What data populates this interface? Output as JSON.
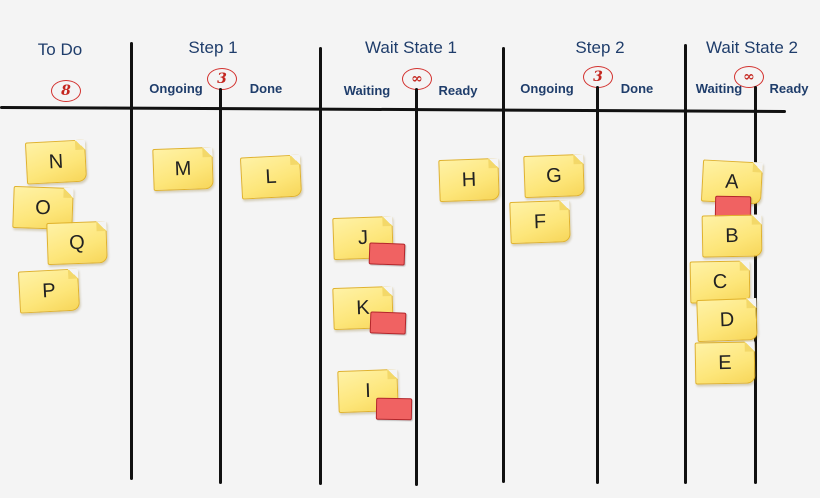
{
  "columns": {
    "todo": {
      "title": "To Do",
      "wip": "8"
    },
    "step1": {
      "title": "Step 1",
      "wip": "3",
      "left": "Ongoing",
      "right": "Done"
    },
    "wait1": {
      "title": "Wait State 1",
      "wip": "∞",
      "left": "Waiting",
      "right": "Ready"
    },
    "step2": {
      "title": "Step 2",
      "wip": "3",
      "left": "Ongoing",
      "right": "Done"
    },
    "wait2": {
      "title": "Wait State 2",
      "wip": "∞",
      "left": "Waiting",
      "right": "Ready"
    }
  },
  "cards": {
    "n": "N",
    "o": "O",
    "q": "Q",
    "p": "P",
    "m": "M",
    "l": "L",
    "j": "J",
    "k": "K",
    "i": "I",
    "h": "H",
    "g": "G",
    "f": "F",
    "a": "A",
    "b": "B",
    "c": "C",
    "d": "D",
    "e": "E"
  },
  "colors": {
    "header_text": "#1f3d6b",
    "wip_circle": "#d3322f",
    "sticky_note": "#fde67a",
    "blocker": "#f06262"
  }
}
